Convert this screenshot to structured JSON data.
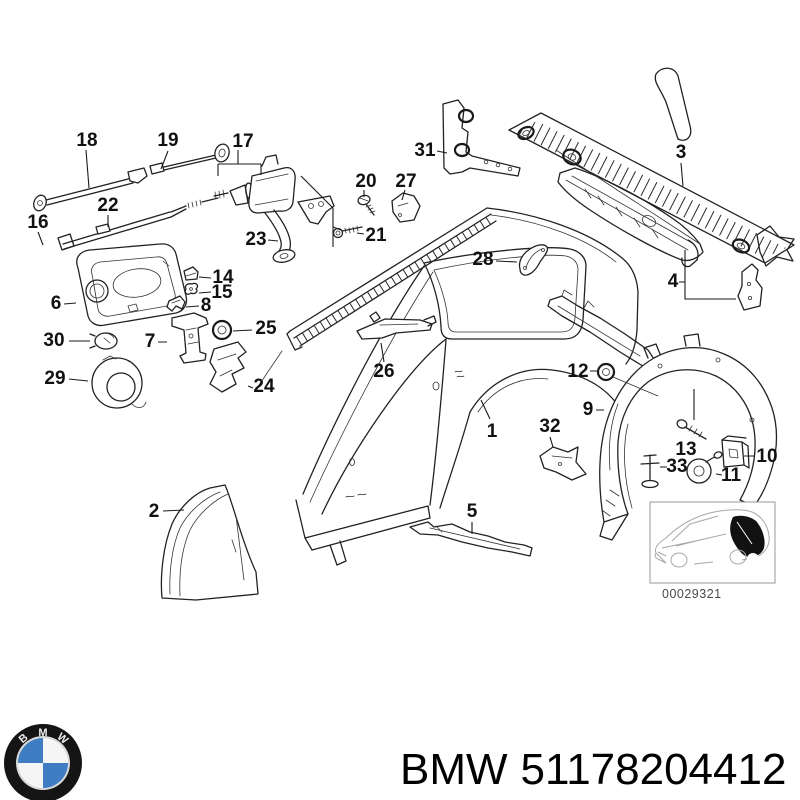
{
  "diagram": {
    "callouts": [
      {
        "num": "1"
      },
      {
        "num": "2"
      },
      {
        "num": "3"
      },
      {
        "num": "4"
      },
      {
        "num": "5"
      },
      {
        "num": "6"
      },
      {
        "num": "7"
      },
      {
        "num": "8"
      },
      {
        "num": "9"
      },
      {
        "num": "10"
      },
      {
        "num": "11"
      },
      {
        "num": "12"
      },
      {
        "num": "13"
      },
      {
        "num": "14"
      },
      {
        "num": "15"
      },
      {
        "num": "16"
      },
      {
        "num": "17"
      },
      {
        "num": "18"
      },
      {
        "num": "19"
      },
      {
        "num": "20"
      },
      {
        "num": "21"
      },
      {
        "num": "22"
      },
      {
        "num": "23"
      },
      {
        "num": "24"
      },
      {
        "num": "25"
      },
      {
        "num": "26"
      },
      {
        "num": "27"
      },
      {
        "num": "28"
      },
      {
        "num": "29"
      },
      {
        "num": "30"
      },
      {
        "num": "31"
      },
      {
        "num": "32"
      },
      {
        "num": "33"
      }
    ],
    "inset_code": "00029321"
  },
  "footer": {
    "brand": "BMW",
    "part_number": "51178204412",
    "logo_letters": [
      "B",
      "M",
      "W"
    ]
  },
  "colors": {
    "line": "#222222",
    "logo_dark": "#141414",
    "logo_blue": "#3f7dc3",
    "inset_line": "#a8a8a8",
    "code_gray": "#4a4a4a"
  }
}
